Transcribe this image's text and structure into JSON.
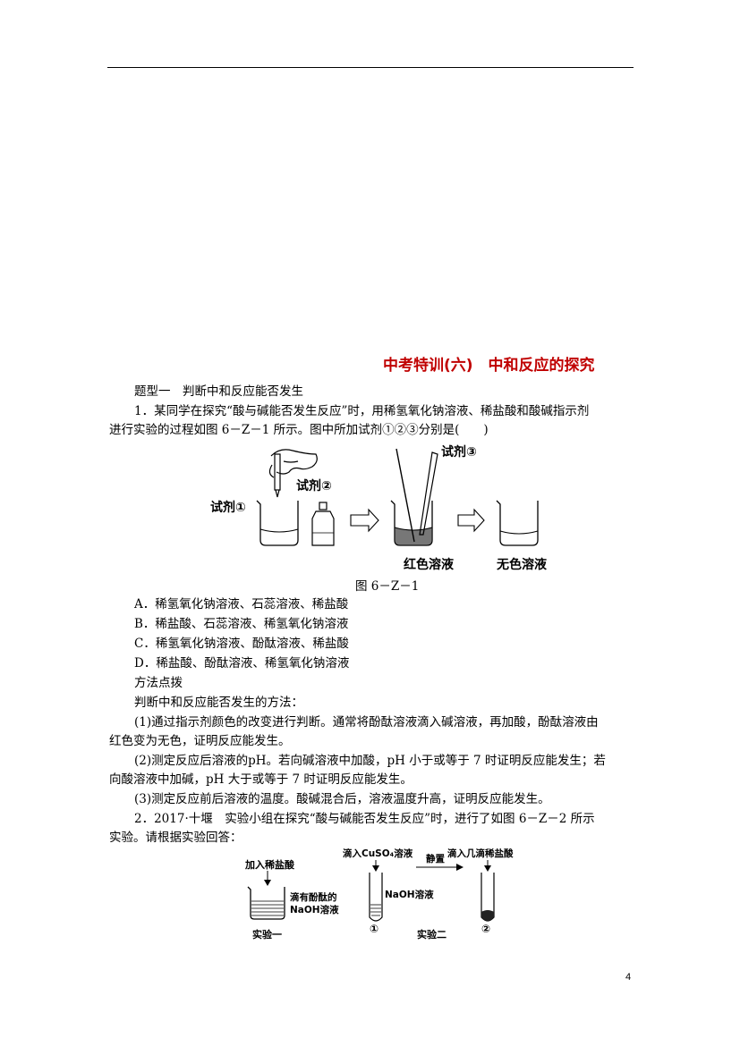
{
  "header": {
    "title": "中考特训(六)　中和反应的探究"
  },
  "section1": {
    "type_heading": "题型一　判断中和反应能否发生",
    "q1_line1": "1．某同学在探究“酸与碱能否发生反应”时，用稀氢氧化钠溶液、稀盐酸和酸碱指示剂",
    "q1_line2": "进行实验的过程如图 6－Z－1 所示。图中所加试剂①②③分别是(　　)",
    "figure1": {
      "reagent1": "试剂①",
      "reagent2": "试剂②",
      "reagent3": "试剂③",
      "red_solution": "红色溶液",
      "colorless_solution": "无色溶液",
      "caption": "图 6－Z－1"
    },
    "options": [
      "A．稀氢氧化钠溶液、石蕊溶液、稀盐酸",
      "B．稀盐酸、石蕊溶液、稀氢氧化钠溶液",
      "C．稀氢氧化钠溶液、酚酞溶液、稀盐酸",
      "D．稀盐酸、酚酞溶液、稀氢氧化钠溶液"
    ],
    "method_heading": "方法点拨",
    "method_intro": "判断中和反应能否发生的方法：",
    "m1_line1": "(1)通过指示剂颜色的改变进行判断。通常将酚酞溶液滴入碱溶液，再加酸，酚酞溶液由",
    "m1_line2": "红色变为无色，证明反应能发生。",
    "m2_line1": "(2)测定反应后溶液的pH。若向碱溶液中加酸，pH 小于或等于 7 时证明反应能发生；若",
    "m2_line2": "向酸溶液中加碱，pH 大于或等于 7 时证明反应能发生。",
    "m3_line1": "(3)测定反应前后溶液的温度。酸碱混合后，溶液温度升高，证明反应能发生。",
    "q2_line1": "2．2017·十堰　实验小组在探究“酸与碱能否发生反应”时，进行了如图 6－Z－2 所示",
    "q2_line2": "实验。请根据实验回答："
  },
  "figure2": {
    "add_acid": "加入稀盐酸",
    "phenol_naoh_1": "滴有酚酞的",
    "phenol_naoh_2": "NaOH溶液",
    "exp1": "实验一",
    "add_cuso4": "滴入CuSO₄溶液",
    "naoh_solution": "NaOH溶液",
    "stand": "静置",
    "add_drops_acid": "滴入几滴稀盐酸",
    "tube1": "①",
    "tube2": "②",
    "exp2": "实验二"
  },
  "page_number": "4"
}
